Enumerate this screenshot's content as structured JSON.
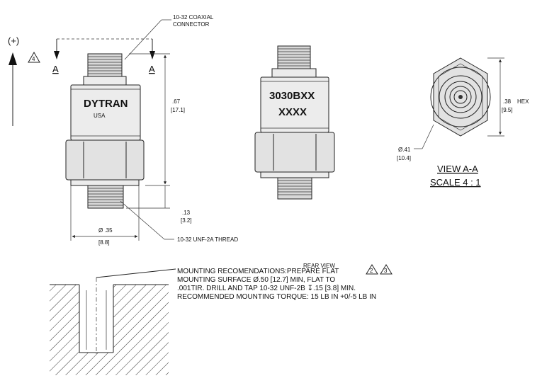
{
  "labels": {
    "polarity": "(+)",
    "note_ref_4": "4",
    "section_a_left": "A",
    "section_a_right": "A",
    "coaxial_line1": "10-32 COAXIAL",
    "coaxial_line2": "CONNECTOR",
    "brand": "DYTRAN",
    "origin": "USA",
    "dim_height_in": ".67",
    "dim_height_mm": "[17.1]",
    "dim_thread_in": ".13",
    "dim_thread_mm": "[3.2]",
    "dim_dia_in": "Ø .35",
    "dim_dia_mm": "[8.8]",
    "thread_callout": "10-32 UNF-2A THREAD",
    "model_line1": "3030BXX",
    "model_line2": "XXXX",
    "hex_dim_in": ".38",
    "hex_dim_mm": "[9.5]",
    "hex_label": "HEX",
    "view_dia_in": "Ø.41",
    "view_dia_mm": "[10.4]",
    "view_title": "VIEW A-A",
    "view_scale": "SCALE 4 : 1",
    "rear_view": "REAR VIEW",
    "mount_line1": "MOUNTING RECOMENDATIONS:PREPARE FLAT",
    "mount_ref_2": "2",
    "mount_ref_3": "3",
    "mount_line2": "MOUNTING SURFACE Ø.50 [12.7] MIN, FLAT TO",
    "mount_line3": ".001TIR. DRILL AND TAP 10-32 UNF-2B ↧.15 [3.8] MIN.",
    "mount_line4": "RECOMMENDED MOUNTING TORQUE: 15 LB IN +0/-5 LB IN"
  }
}
